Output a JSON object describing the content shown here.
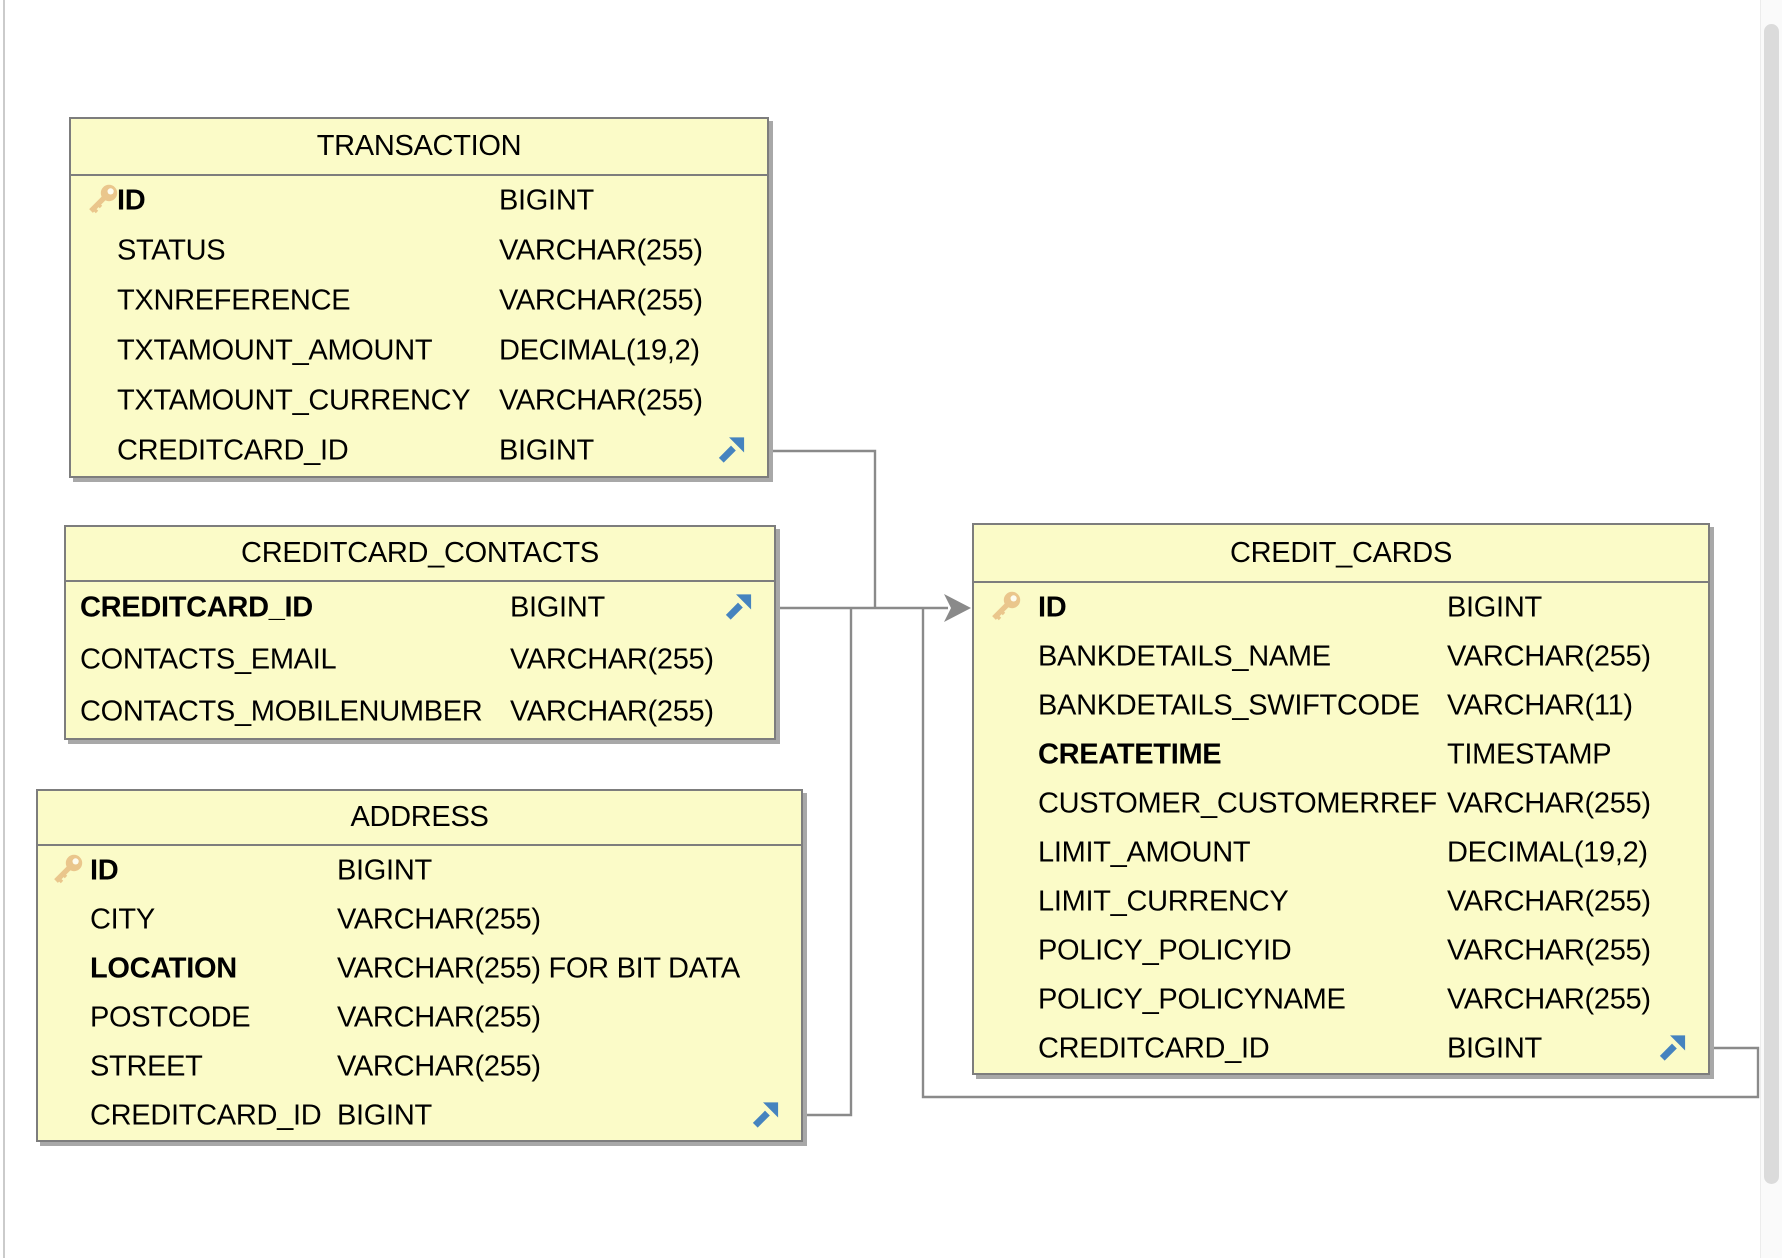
{
  "diagram": {
    "colors": {
      "table_fill": "#FBFBC8",
      "table_border": "#7D7D7D",
      "table_shadow": "#A8A8A8",
      "connector_line": "#8A8A8A",
      "primary_key_icon": "#EAC68C",
      "foreign_key_icon": "#4583BF"
    },
    "icons": {
      "primary_key": "key-icon",
      "foreign_key": "fk-arrow-icon"
    },
    "tables": [
      {
        "id": "transaction",
        "title": "TRANSACTION",
        "columns": [
          {
            "name": "ID",
            "type": "BIGINT",
            "bold": true,
            "icon": "key-icon"
          },
          {
            "name": "STATUS",
            "type": "VARCHAR(255)"
          },
          {
            "name": "TXNREFERENCE",
            "type": "VARCHAR(255)"
          },
          {
            "name": "TXTAMOUNT_AMOUNT",
            "type": "DECIMAL(19,2)"
          },
          {
            "name": "TXTAMOUNT_CURRENCY",
            "type": "VARCHAR(255)"
          },
          {
            "name": "CREDITCARD_ID",
            "type": "BIGINT",
            "fk": true
          }
        ]
      },
      {
        "id": "creditcard_contacts",
        "title": "CREDITCARD_CONTACTS",
        "columns": [
          {
            "name": "CREDITCARD_ID",
            "type": "BIGINT",
            "bold": true,
            "fk": true
          },
          {
            "name": "CONTACTS_EMAIL",
            "type": "VARCHAR(255)"
          },
          {
            "name": "CONTACTS_MOBILENUMBER",
            "type": "VARCHAR(255)"
          }
        ]
      },
      {
        "id": "address",
        "title": "ADDRESS",
        "columns": [
          {
            "name": "ID",
            "type": "BIGINT",
            "bold": true,
            "icon": "key-icon"
          },
          {
            "name": "CITY",
            "type": "VARCHAR(255)"
          },
          {
            "name": "LOCATION",
            "type": "VARCHAR(255) FOR BIT DATA",
            "bold": true
          },
          {
            "name": "POSTCODE",
            "type": "VARCHAR(255)"
          },
          {
            "name": "STREET",
            "type": "VARCHAR(255)"
          },
          {
            "name": "CREDITCARD_ID",
            "type": "BIGINT",
            "fk": true
          }
        ]
      },
      {
        "id": "credit_cards",
        "title": "CREDIT_CARDS",
        "columns": [
          {
            "name": "ID",
            "type": "BIGINT",
            "bold": true,
            "icon": "key-icon"
          },
          {
            "name": "BANKDETAILS_NAME",
            "type": "VARCHAR(255)"
          },
          {
            "name": "BANKDETAILS_SWIFTCODE",
            "type": "VARCHAR(11)"
          },
          {
            "name": "CREATETIME",
            "type": "TIMESTAMP",
            "bold": true
          },
          {
            "name": "CUSTOMER_CUSTOMERREF",
            "type": "VARCHAR(255)"
          },
          {
            "name": "LIMIT_AMOUNT",
            "type": "DECIMAL(19,2)"
          },
          {
            "name": "LIMIT_CURRENCY",
            "type": "VARCHAR(255)"
          },
          {
            "name": "POLICY_POLICYID",
            "type": "VARCHAR(255)"
          },
          {
            "name": "POLICY_POLICYNAME",
            "type": "VARCHAR(255)"
          },
          {
            "name": "CREDITCARD_ID",
            "type": "BIGINT",
            "fk": true
          }
        ]
      }
    ],
    "relations": [
      {
        "from": "TRANSACTION.CREDITCARD_ID",
        "to": "CREDIT_CARDS.ID"
      },
      {
        "from": "CREDITCARD_CONTACTS.CREDITCARD_ID",
        "to": "CREDIT_CARDS.ID"
      },
      {
        "from": "ADDRESS.CREDITCARD_ID",
        "to": "CREDIT_CARDS.ID"
      },
      {
        "from": "CREDIT_CARDS.CREDITCARD_ID",
        "to": "CREDIT_CARDS.ID"
      }
    ]
  }
}
